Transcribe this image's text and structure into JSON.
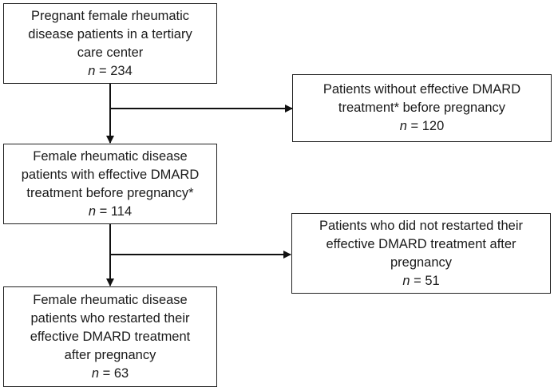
{
  "boxes": {
    "b1": {
      "lines": [
        "Pregnant female rheumatic",
        "disease patients in a tertiary",
        "care center"
      ],
      "n_label": "n",
      "n_value": "= 234"
    },
    "b2": {
      "lines": [
        "Patients without effective DMARD",
        "treatment* before pregnancy"
      ],
      "n_label": "n",
      "n_value": "= 120"
    },
    "b3": {
      "lines": [
        "Female rheumatic disease",
        "patients with effective DMARD",
        "treatment before pregnancy*"
      ],
      "n_label": "n",
      "n_value": "= 114"
    },
    "b4": {
      "lines": [
        "Patients who did not restarted their",
        "effective DMARD treatment after",
        "pregnancy"
      ],
      "n_label": "n",
      "n_value": "= 51"
    },
    "b5": {
      "lines": [
        "Female rheumatic disease",
        "patients who restarted their",
        "effective DMARD treatment",
        "after pregnancy"
      ],
      "n_label": "n",
      "n_value": "= 63"
    }
  }
}
